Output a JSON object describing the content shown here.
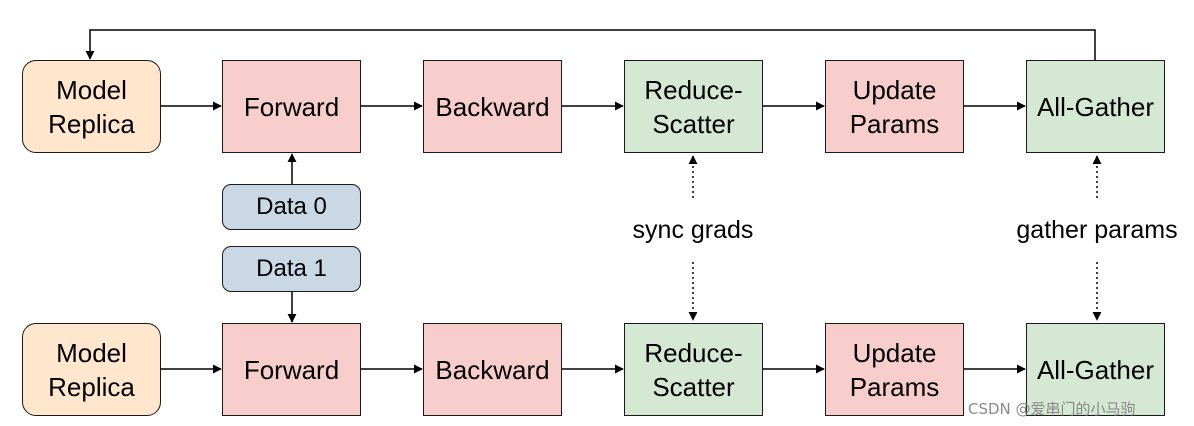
{
  "colors": {
    "model": "#ffe6cc",
    "compute": "#f8cecc",
    "comm": "#d5e8d4",
    "data": "#c9d8e4",
    "stroke": "#1a1a1a"
  },
  "rank0": {
    "model_replica": "Model\nReplica",
    "forward": "Forward",
    "backward": "Backward",
    "reduce_scatter": "Reduce-\nScatter",
    "update_params": "Update\nParams",
    "all_gather": "All-Gather"
  },
  "rank1": {
    "model_replica": "Model\nReplica",
    "forward": "Forward",
    "backward": "Backward",
    "reduce_scatter": "Reduce-\nScatter",
    "update_params": "Update\nParams",
    "all_gather": "All-Gather"
  },
  "data": {
    "data0": "Data 0",
    "data1": "Data 1"
  },
  "labels": {
    "sync_grads": "sync grads",
    "gather_params": "gather params"
  },
  "watermark": "CSDN @爱串门的小马驹"
}
